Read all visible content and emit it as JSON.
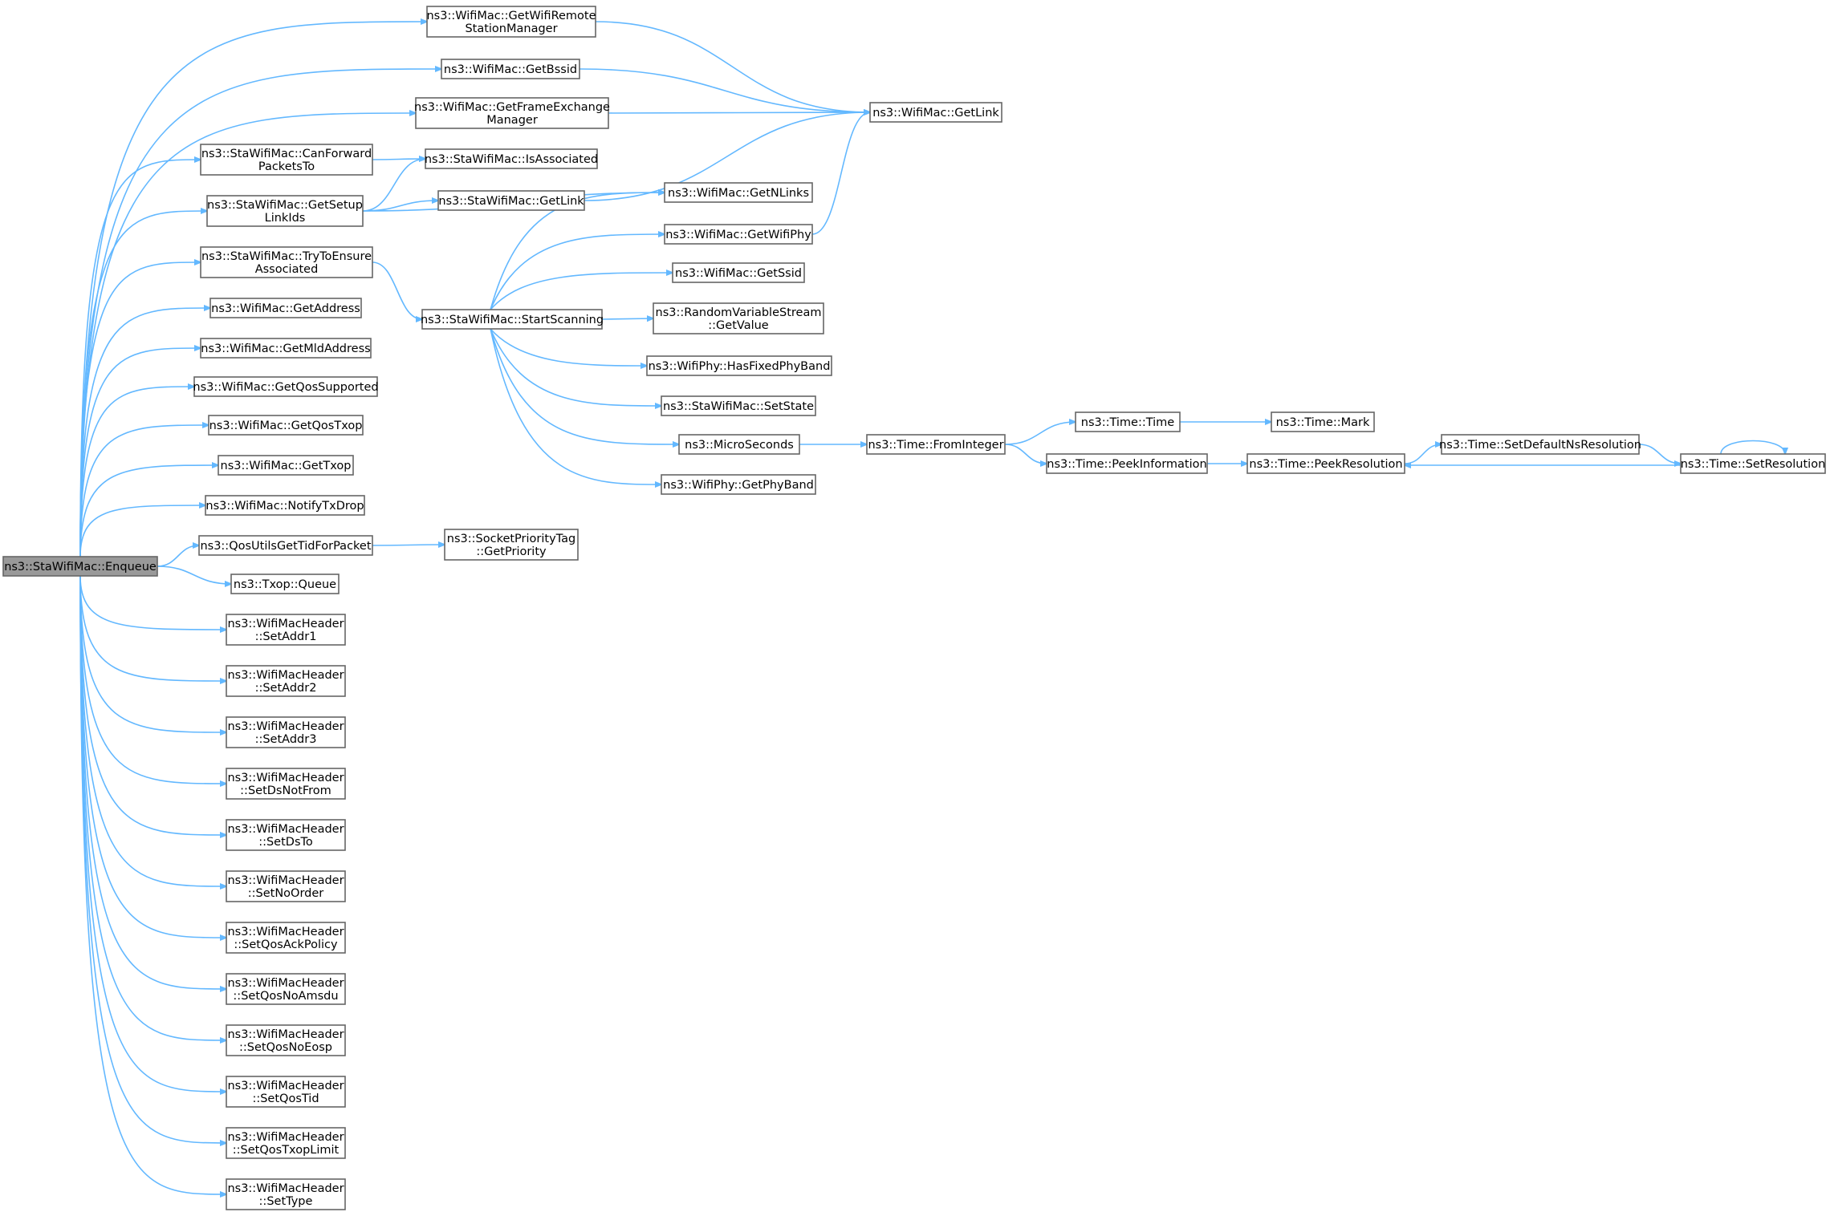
{
  "colors": {
    "edge": "#63b8ff",
    "node_border": "#666666",
    "root_fill": "#999999",
    "node_fill": "#ffffff"
  },
  "nodes": [
    {
      "id": "enqueue",
      "lines": [
        "ns3::StaWifiMac::Enqueue"
      ]
    },
    {
      "id": "getWifiRemoteStationManager",
      "lines": [
        "ns3::WifiMac::GetWifiRemote",
        "StationManager"
      ]
    },
    {
      "id": "getBssid",
      "lines": [
        "ns3::WifiMac::GetBssid"
      ]
    },
    {
      "id": "getFrameExchangeManager",
      "lines": [
        "ns3::WifiMac::GetFrameExchange",
        "Manager"
      ]
    },
    {
      "id": "canForwardPacketsTo",
      "lines": [
        "ns3::StaWifiMac::CanForward",
        "PacketsTo"
      ]
    },
    {
      "id": "getSetupLinkIds",
      "lines": [
        "ns3::StaWifiMac::GetSetup",
        "LinkIds"
      ]
    },
    {
      "id": "tryToEnsureAssociated",
      "lines": [
        "ns3::StaWifiMac::TryToEnsure",
        "Associated"
      ]
    },
    {
      "id": "getAddress",
      "lines": [
        "ns3::WifiMac::GetAddress"
      ]
    },
    {
      "id": "getMldAddress",
      "lines": [
        "ns3::WifiMac::GetMldAddress"
      ]
    },
    {
      "id": "getQosSupported",
      "lines": [
        "ns3::WifiMac::GetQosSupported"
      ]
    },
    {
      "id": "getQosTxop",
      "lines": [
        "ns3::WifiMac::GetQosTxop"
      ]
    },
    {
      "id": "getTxop",
      "lines": [
        "ns3::WifiMac::GetTxop"
      ]
    },
    {
      "id": "notifyTxDrop",
      "lines": [
        "ns3::WifiMac::NotifyTxDrop"
      ]
    },
    {
      "id": "qosUtilsGetTid",
      "lines": [
        "ns3::QosUtilsGetTidForPacket"
      ]
    },
    {
      "id": "txopQueue",
      "lines": [
        "ns3::Txop::Queue"
      ]
    },
    {
      "id": "setAddr1",
      "lines": [
        "ns3::WifiMacHeader",
        "::SetAddr1"
      ]
    },
    {
      "id": "setAddr2",
      "lines": [
        "ns3::WifiMacHeader",
        "::SetAddr2"
      ]
    },
    {
      "id": "setAddr3",
      "lines": [
        "ns3::WifiMacHeader",
        "::SetAddr3"
      ]
    },
    {
      "id": "setDsNotFrom",
      "lines": [
        "ns3::WifiMacHeader",
        "::SetDsNotFrom"
      ]
    },
    {
      "id": "setDsTo",
      "lines": [
        "ns3::WifiMacHeader",
        "::SetDsTo"
      ]
    },
    {
      "id": "setNoOrder",
      "lines": [
        "ns3::WifiMacHeader",
        "::SetNoOrder"
      ]
    },
    {
      "id": "setQosAckPolicy",
      "lines": [
        "ns3::WifiMacHeader",
        "::SetQosAckPolicy"
      ]
    },
    {
      "id": "setQosNoAmsdu",
      "lines": [
        "ns3::WifiMacHeader",
        "::SetQosNoAmsdu"
      ]
    },
    {
      "id": "setQosNoEosp",
      "lines": [
        "ns3::WifiMacHeader",
        "::SetQosNoEosp"
      ]
    },
    {
      "id": "setQosTid",
      "lines": [
        "ns3::WifiMacHeader",
        "::SetQosTid"
      ]
    },
    {
      "id": "setQosTxopLimit",
      "lines": [
        "ns3::WifiMacHeader",
        "::SetQosTxopLimit"
      ]
    },
    {
      "id": "setType",
      "lines": [
        "ns3::WifiMacHeader",
        "::SetType"
      ]
    },
    {
      "id": "wifiMacGetLink",
      "lines": [
        "ns3::WifiMac::GetLink"
      ]
    },
    {
      "id": "isAssociated",
      "lines": [
        "ns3::StaWifiMac::IsAssociated"
      ]
    },
    {
      "id": "staGetLink",
      "lines": [
        "ns3::StaWifiMac::GetLink"
      ]
    },
    {
      "id": "getNLinks",
      "lines": [
        "ns3::WifiMac::GetNLinks"
      ]
    },
    {
      "id": "getWifiPhy",
      "lines": [
        "ns3::WifiMac::GetWifiPhy"
      ]
    },
    {
      "id": "startScanning",
      "lines": [
        "ns3::StaWifiMac::StartScanning"
      ]
    },
    {
      "id": "getSsid",
      "lines": [
        "ns3::WifiMac::GetSsid"
      ]
    },
    {
      "id": "rvsGetValue",
      "lines": [
        "ns3::RandomVariableStream",
        "::GetValue"
      ]
    },
    {
      "id": "hasFixedPhyBand",
      "lines": [
        "ns3::WifiPhy::HasFixedPhyBand"
      ]
    },
    {
      "id": "setState",
      "lines": [
        "ns3::StaWifiMac::SetState"
      ]
    },
    {
      "id": "microSeconds",
      "lines": [
        "ns3::MicroSeconds"
      ]
    },
    {
      "id": "getPhyBand",
      "lines": [
        "ns3::WifiPhy::GetPhyBand"
      ]
    },
    {
      "id": "fromInteger",
      "lines": [
        "ns3::Time::FromInteger"
      ]
    },
    {
      "id": "timeTime",
      "lines": [
        "ns3::Time::Time"
      ]
    },
    {
      "id": "timeMark",
      "lines": [
        "ns3::Time::Mark"
      ]
    },
    {
      "id": "peekInformation",
      "lines": [
        "ns3::Time::PeekInformation"
      ]
    },
    {
      "id": "peekResolution",
      "lines": [
        "ns3::Time::PeekResolution"
      ]
    },
    {
      "id": "setDefaultNsResolution",
      "lines": [
        "ns3::Time::SetDefaultNsResolution"
      ]
    },
    {
      "id": "setResolution",
      "lines": [
        "ns3::Time::SetResolution"
      ]
    },
    {
      "id": "getPriority",
      "lines": [
        "ns3::SocketPriorityTag",
        "::GetPriority"
      ]
    }
  ],
  "edges": [
    [
      "enqueue",
      "getWifiRemoteStationManager"
    ],
    [
      "enqueue",
      "getBssid"
    ],
    [
      "enqueue",
      "getFrameExchangeManager"
    ],
    [
      "enqueue",
      "canForwardPacketsTo"
    ],
    [
      "enqueue",
      "getSetupLinkIds"
    ],
    [
      "enqueue",
      "tryToEnsureAssociated"
    ],
    [
      "enqueue",
      "getAddress"
    ],
    [
      "enqueue",
      "getMldAddress"
    ],
    [
      "enqueue",
      "getQosSupported"
    ],
    [
      "enqueue",
      "getQosTxop"
    ],
    [
      "enqueue",
      "getTxop"
    ],
    [
      "enqueue",
      "notifyTxDrop"
    ],
    [
      "enqueue",
      "qosUtilsGetTid"
    ],
    [
      "enqueue",
      "txopQueue"
    ],
    [
      "enqueue",
      "setAddr1"
    ],
    [
      "enqueue",
      "setAddr2"
    ],
    [
      "enqueue",
      "setAddr3"
    ],
    [
      "enqueue",
      "setDsNotFrom"
    ],
    [
      "enqueue",
      "setDsTo"
    ],
    [
      "enqueue",
      "setNoOrder"
    ],
    [
      "enqueue",
      "setQosAckPolicy"
    ],
    [
      "enqueue",
      "setQosNoAmsdu"
    ],
    [
      "enqueue",
      "setQosNoEosp"
    ],
    [
      "enqueue",
      "setQosTid"
    ],
    [
      "enqueue",
      "setQosTxopLimit"
    ],
    [
      "enqueue",
      "setType"
    ],
    [
      "getWifiRemoteStationManager",
      "wifiMacGetLink"
    ],
    [
      "getBssid",
      "wifiMacGetLink"
    ],
    [
      "getFrameExchangeManager",
      "wifiMacGetLink"
    ],
    [
      "canForwardPacketsTo",
      "isAssociated"
    ],
    [
      "getSetupLinkIds",
      "isAssociated"
    ],
    [
      "getSetupLinkIds",
      "staGetLink"
    ],
    [
      "getSetupLinkIds",
      "getNLinks"
    ],
    [
      "staGetLink",
      "wifiMacGetLink"
    ],
    [
      "getWifiPhy",
      "wifiMacGetLink"
    ],
    [
      "tryToEnsureAssociated",
      "startScanning"
    ],
    [
      "startScanning",
      "getNLinks"
    ],
    [
      "startScanning",
      "getWifiPhy"
    ],
    [
      "startScanning",
      "getSsid"
    ],
    [
      "startScanning",
      "rvsGetValue"
    ],
    [
      "startScanning",
      "hasFixedPhyBand"
    ],
    [
      "startScanning",
      "setState"
    ],
    [
      "startScanning",
      "microSeconds"
    ],
    [
      "startScanning",
      "getPhyBand"
    ],
    [
      "microSeconds",
      "fromInteger"
    ],
    [
      "fromInteger",
      "timeTime"
    ],
    [
      "fromInteger",
      "peekInformation"
    ],
    [
      "timeTime",
      "timeMark"
    ],
    [
      "peekInformation",
      "peekResolution"
    ],
    [
      "peekResolution",
      "setDefaultNsResolution"
    ],
    [
      "setDefaultNsResolution",
      "setResolution"
    ],
    [
      "setResolution",
      "peekResolution"
    ],
    [
      "setResolution",
      "setResolution"
    ],
    [
      "qosUtilsGetTid",
      "getPriority"
    ]
  ]
}
